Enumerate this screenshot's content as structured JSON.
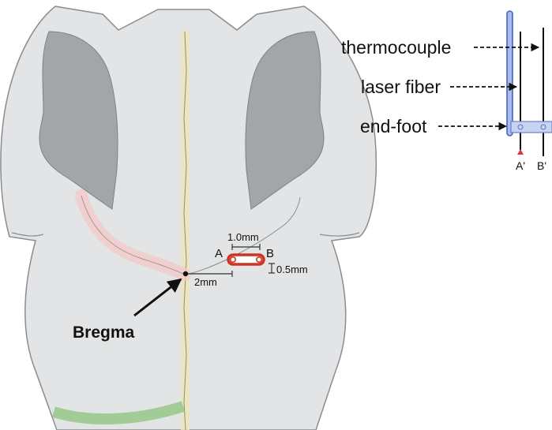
{
  "annotations": {
    "bregma": "Bregma",
    "point_a": "A",
    "point_b": "B",
    "width_label": "1.0mm",
    "height_label": "0.5mm",
    "offset_label": "2mm"
  },
  "probe_legend": {
    "thermocouple": "thermocouple",
    "laser_fiber": "laser fiber",
    "end_foot": "end-foot",
    "section_a": "A'",
    "section_b": "B'"
  },
  "colors": {
    "skull_fill": "#e3e4e5",
    "skull_stroke": "#8a8d90",
    "orbit_fill": "#a3a6a9",
    "midline": "#efe5b8",
    "lambdoid": "#8cc47a",
    "coronal": "#f2c9c9",
    "window": "#cc3322",
    "probe_blue": "#5577cc"
  },
  "icons": [
    "arrow-icon"
  ]
}
